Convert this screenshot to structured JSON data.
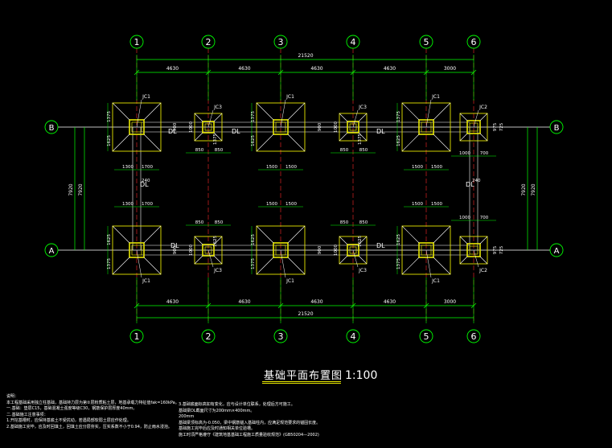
{
  "title": {
    "main": "基础平面布置图",
    "scale": "1:100"
  },
  "axes": {
    "columns": [
      "1",
      "2",
      "3",
      "4",
      "5",
      "6"
    ],
    "rows": [
      "B",
      "A"
    ]
  },
  "dimensions": {
    "overall": "21520",
    "spans": [
      "4630",
      "4630",
      "4630",
      "4630",
      "3000"
    ],
    "row_spacing": "7920",
    "top_offset_B": "1375",
    "bottom_offset_B": "1625",
    "top_offset_A": "1625",
    "bottom_offset_A": "1375",
    "jc1_left": "1300",
    "jc1_right": "1700",
    "jc1_half": "1500",
    "jc3_half": "850",
    "jc3_vert": "1000",
    "jc3_vert2": "725",
    "jc2_left": "1000",
    "jc2_right": "700",
    "jc2_vert": "975",
    "jc2_vert2": "725",
    "wall": "240",
    "beam_off": "900"
  },
  "labels": {
    "jc1": "JC1",
    "jc2": "JC2",
    "jc3": "JC3",
    "dl": "DL"
  },
  "notes": {
    "left": [
      "说明：",
      "本工程基础采用独立柱基础，基础持力层为第②层粉质粘土层，地基承载力特征值fak=160kPa。",
      "一.基础：垫层C15，基础混凝土强度等级C30，钢筋保护层厚度40mm。",
      "二.基础施工注意事项：",
      "1.开挖基槽时，应保持基底土不受扰动，若遇局部软弱土层应作处理。",
      "2.基础施工完毕，应及时回填土，回填土应分层夯实，压实系数不小于0.94，防止雨水浸泡。"
    ],
    "right": [
      "3.基础底面标高如有变化，应与设计单位联系，处理后方可施工。",
      "基础梁DL截面尺寸为200mm×400mm。",
      "200mm",
      "基础梁顶标高为-0.050，梁中钢筋锚入基础柱内，应满足规范要求的锚固长度。",
      "基础施工完毕后应及时通知相关单位验槽。",
      "施工时须严格遵守《建筑地基基础工程施工质量验收规范》(GB50204—2002)"
    ]
  },
  "colors": {
    "axis": "#ff2a2a",
    "grid": "#00ff00",
    "footing": "#e6e600",
    "text": "#ffffff"
  }
}
